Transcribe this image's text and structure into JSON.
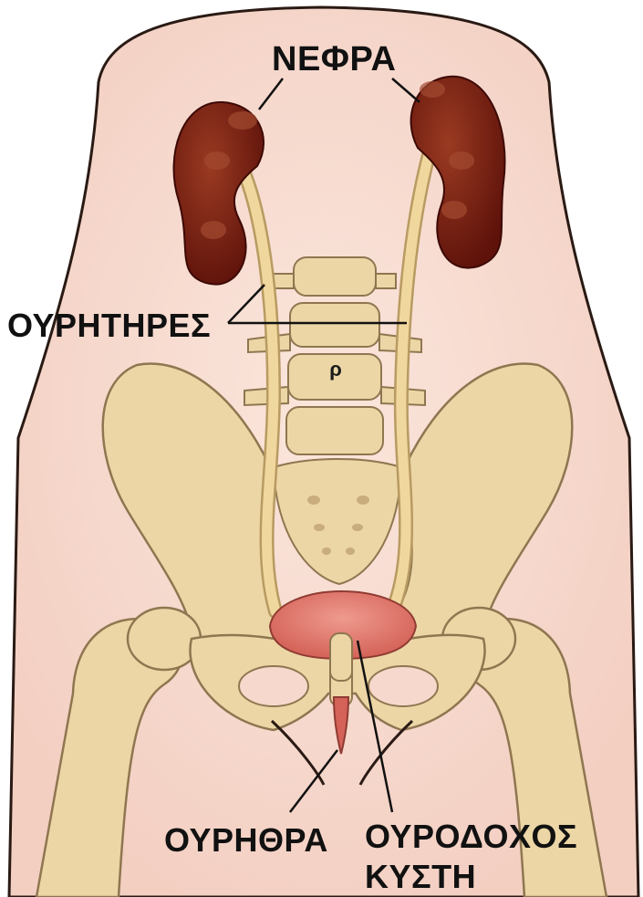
{
  "labels": {
    "kidneys": "ΝΕΦΡΑ",
    "ureters": "ΟΥΡΗΤΗΡΕΣ",
    "urethra": "ΟΥΡΗΘΡΑ",
    "bladder_line1": "ΟΥΡΟΔΟΧΟΣ",
    "bladder_line2": "ΚΥΣΤΗ"
  },
  "colors": {
    "skin": "#f8dcd0",
    "bone": "#ecd6a6",
    "bone_outline": "#8f7650",
    "kidney": "#7a1c0f",
    "ureter": "#f0d79e",
    "bladder": "#e07a70",
    "leader_line": "#111111"
  }
}
